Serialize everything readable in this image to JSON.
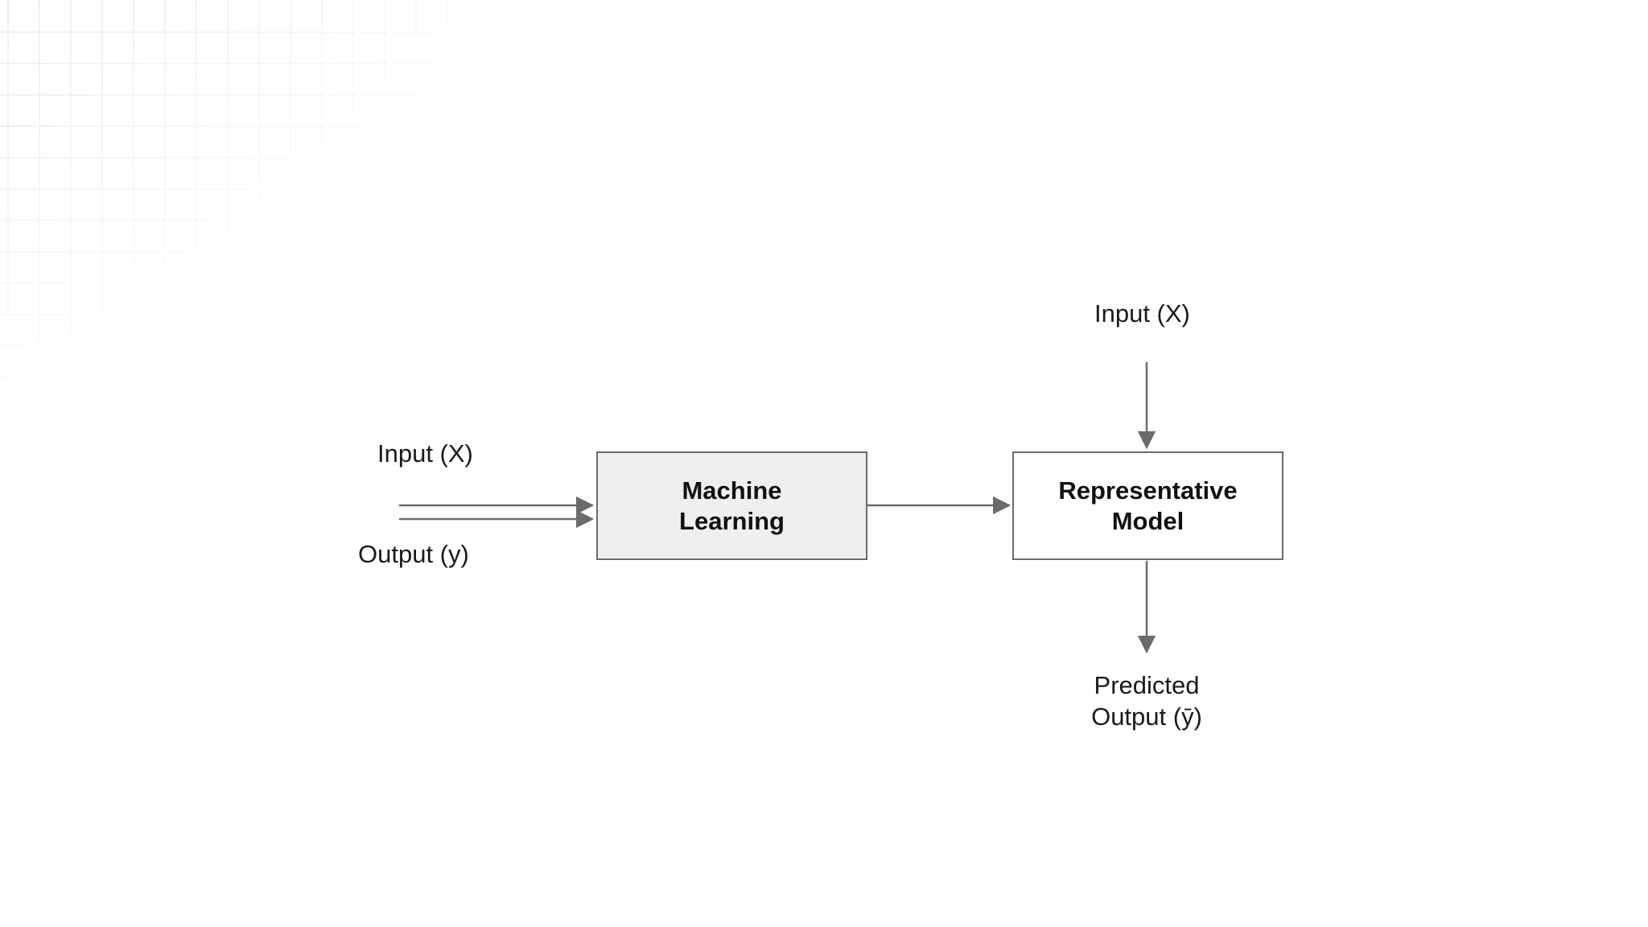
{
  "diagram": {
    "colors": {
      "background": "#ffffff",
      "stroke": "#6b6b6b",
      "ml_fill": "#efefef",
      "model_fill": "#ffffff",
      "grid": "#e6e6e6",
      "text": "#1a1a1a"
    },
    "left_inputs": {
      "input_label": "Input (X)",
      "output_label": "Output (y)"
    },
    "ml_block": {
      "label": "Machine\nLearning"
    },
    "model_block": {
      "label": "Representative\nModel"
    },
    "model_input_label": "Input (X)",
    "prediction": {
      "line1": "Predicted",
      "line2": "Output (ȳ)"
    }
  }
}
